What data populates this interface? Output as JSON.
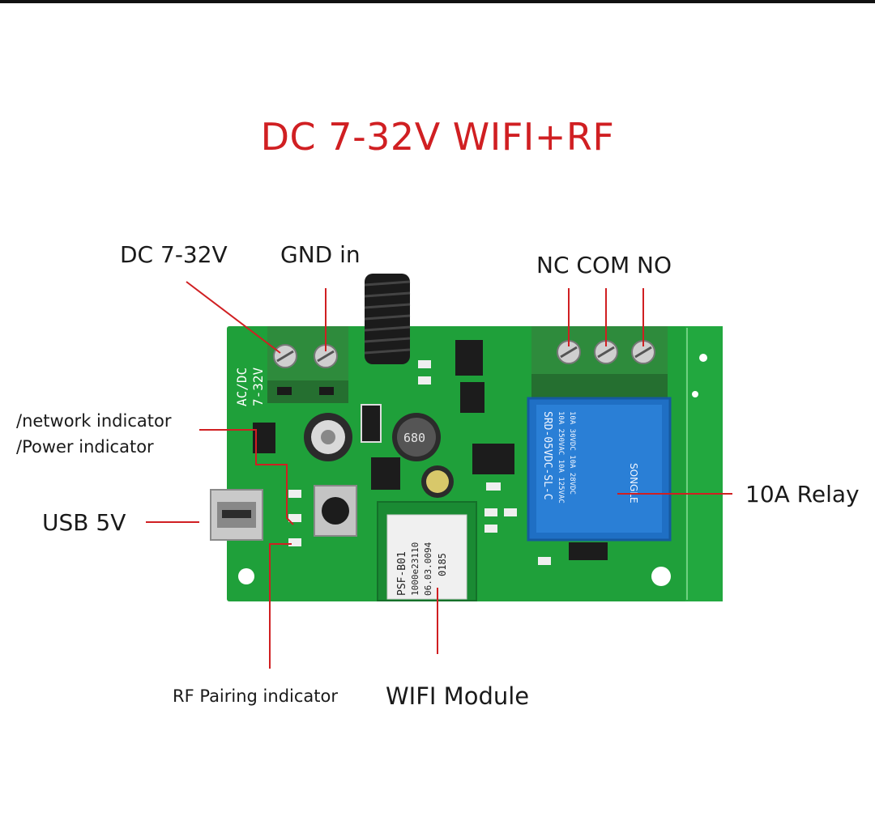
{
  "title": "DC 7-32V WIFI+RF",
  "labels": {
    "dc_in": "DC 7-32V",
    "gnd_in": "GND in",
    "relay_terminals": "NC COM NO",
    "network_indicator": "/network indicator",
    "power_indicator": "/Power indicator",
    "usb": "USB 5V",
    "relay": "10A Relay",
    "rf_pairing": "RF Pairing indicator",
    "wifi_module": "WIFI Module"
  },
  "board_text": {
    "terminal_marking_1": "AC/DC",
    "terminal_marking_2": "7-32V",
    "inductor": "680",
    "module_line1": "PSF-B01",
    "module_line2": "1000e23110",
    "module_line3": "06.03.0094",
    "module_line4": "0185",
    "relay_line1": "SRD-05VDC-SL-C",
    "relay_line2": "10A 250VAC  10A 125VAC",
    "relay_line3": "10A 30VDC  10A 28VDC",
    "relay_brand": "SONGLE"
  },
  "colors": {
    "title": "#d01f22",
    "pointer": "#d01f22",
    "pcb": "#1fa03a",
    "terminal": "#2e8b3c",
    "relay": "#1f6fc4"
  }
}
